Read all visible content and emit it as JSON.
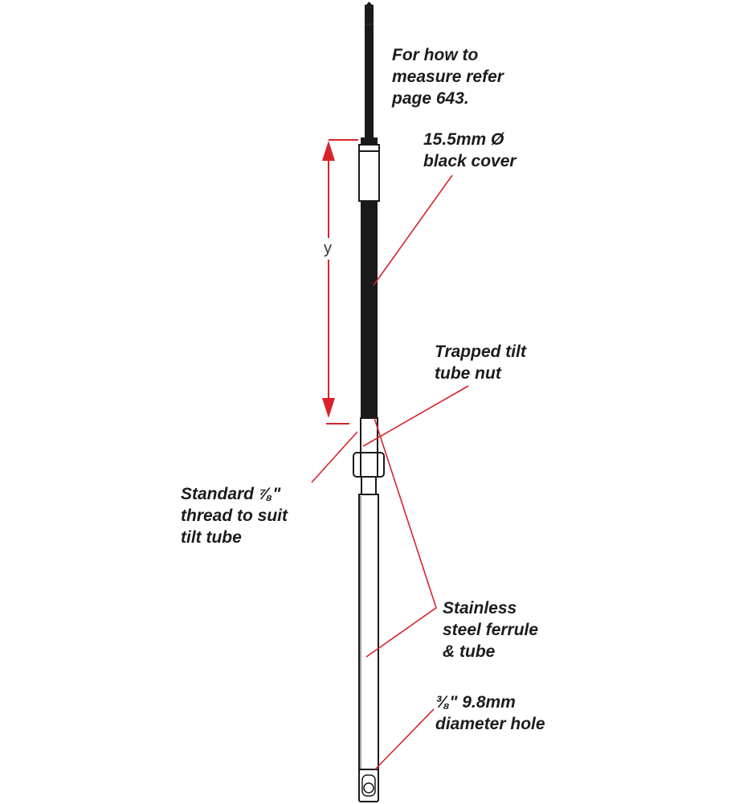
{
  "colors": {
    "leader": "#d8232a",
    "outline": "#1a1a1a",
    "cover": "#1a1a1a",
    "text": "#1c1c1c",
    "background": "#ffffff"
  },
  "labels": {
    "measure_note": "For how to\nmeasure refer\npage 643.",
    "black_cover": "15.5mm Ø\nblack cover",
    "tilt_nut": "Trapped tilt\ntube nut",
    "thread": "Standard ⅞\"\nthread to suit\ntilt tube",
    "ferrule": "Stainless\nsteel ferrule\n& tube",
    "hole": "⅜\" 9.8mm\ndiameter hole"
  },
  "dimension": {
    "label": "y"
  }
}
